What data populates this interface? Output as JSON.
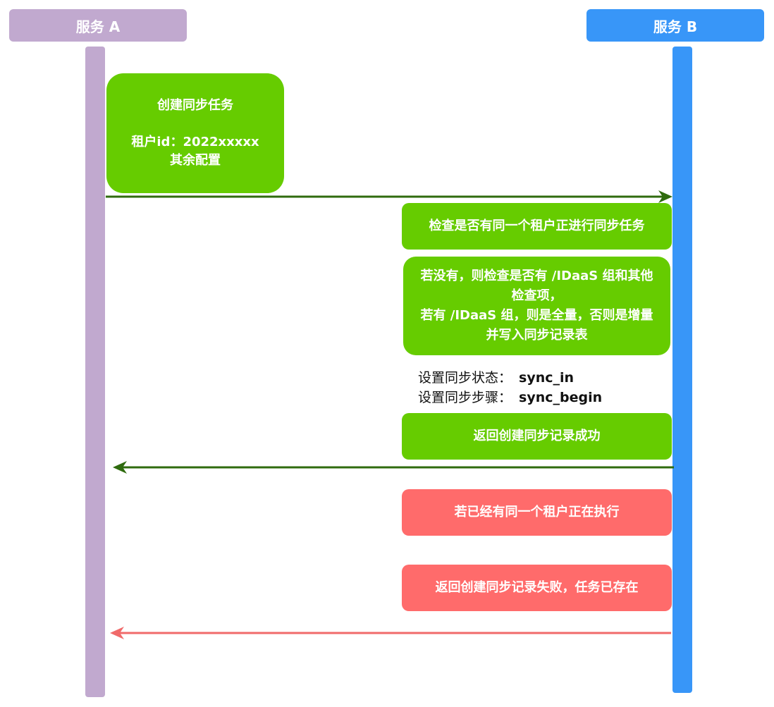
{
  "participants": {
    "a": {
      "label": "服务  A",
      "color": "#c1a9cf"
    },
    "b": {
      "label": "服务  B",
      "color": "#3896f8"
    }
  },
  "colors": {
    "success_box": "#66cc00",
    "error_box": "#ff6b6b",
    "success_arrow": "#2f6b0e",
    "error_arrow": "#f06a6a"
  },
  "steps": {
    "create_task": {
      "title": "创建同步任务",
      "line1": "租户id：2022xxxxx",
      "line2": "其余配置"
    },
    "check_tenant": "检查是否有同一个租户正进行同步任务",
    "check_idaas": {
      "line1": "若没有，则检查是否有 /IDaaS 组和其他",
      "line2": "检查项，",
      "line3": "若有 /IDaaS 组，则是全量，否则是增量",
      "line4": "并写入同步记录表"
    },
    "status_note": {
      "state_label": "设置同步状态：",
      "state_value": "sync_in",
      "step_label": "设置同步步骤：",
      "step_value": "sync_begin"
    },
    "return_success": "返回创建同步记录成功",
    "already_running": "若已经有同一个租户正在执行",
    "return_fail": "返回创建同步记录失败，任务已存在"
  },
  "messages": [
    {
      "from": "a",
      "to": "b",
      "type": "success"
    },
    {
      "from": "b",
      "to": "a",
      "type": "success"
    },
    {
      "from": "b",
      "to": "a",
      "type": "error"
    }
  ]
}
